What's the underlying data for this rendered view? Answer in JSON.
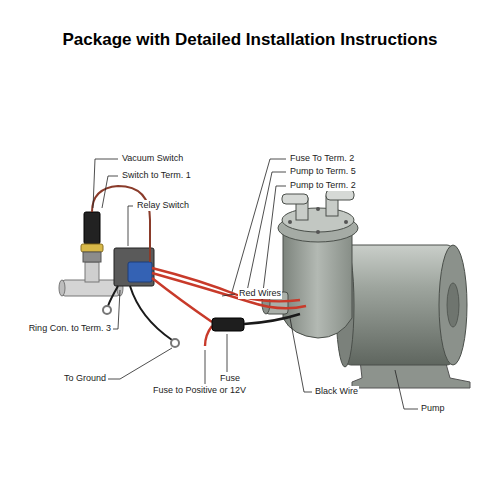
{
  "diagram": {
    "title": "Package with Detailed Installation Instructions",
    "labels": [
      "Vacuum Switch",
      "Switch to Term. 1",
      "Relay Switch",
      "Fuse To Term. 2",
      "Pump to Term. 5",
      "Pump to Term. 2",
      "Red Wires",
      "Ring Con. to Term. 3",
      "To Ground",
      "Fuse",
      "Fuse to Positive or 12V",
      "Black Wire",
      "Pump"
    ]
  }
}
